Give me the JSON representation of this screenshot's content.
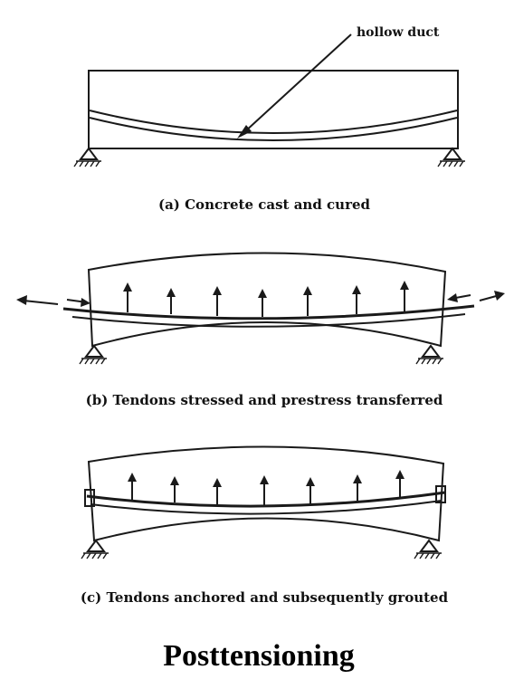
{
  "callout": {
    "label": "hollow duct"
  },
  "panels": [
    {
      "id": "a",
      "caption": "(a) Concrete cast and cured"
    },
    {
      "id": "b",
      "caption": "(b) Tendons stressed and prestress transferred"
    },
    {
      "id": "c",
      "caption": "(c) Tendons anchored and subsequently grouted"
    }
  ],
  "title": "Posttensioning"
}
